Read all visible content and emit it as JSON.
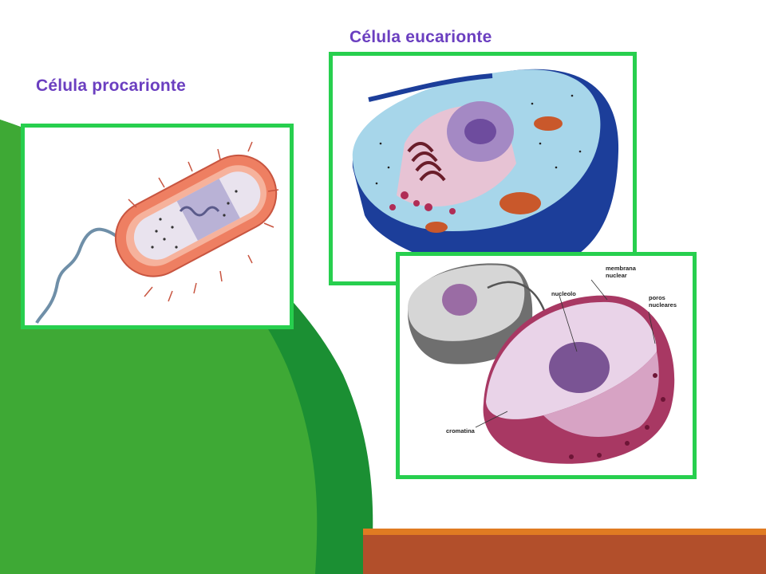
{
  "titles": {
    "eukaryote": "Célula eucarionte",
    "prokaryote": "Célula procarionte"
  },
  "nucleus_labels": {
    "membrane_line1": "membrana",
    "membrane_line2": "nuclear",
    "nucleolus": "nucleolo",
    "pores_line1": "poros",
    "pores_line2": "nucleares",
    "chromatin": "cromatina"
  },
  "colors": {
    "frame": "#27cf4e",
    "title": "#6b3fc0",
    "green_light": "#3aa838",
    "green_dark": "#1b8f33",
    "orange_band": "#e07b22",
    "brown_band": "#b24f2b"
  }
}
